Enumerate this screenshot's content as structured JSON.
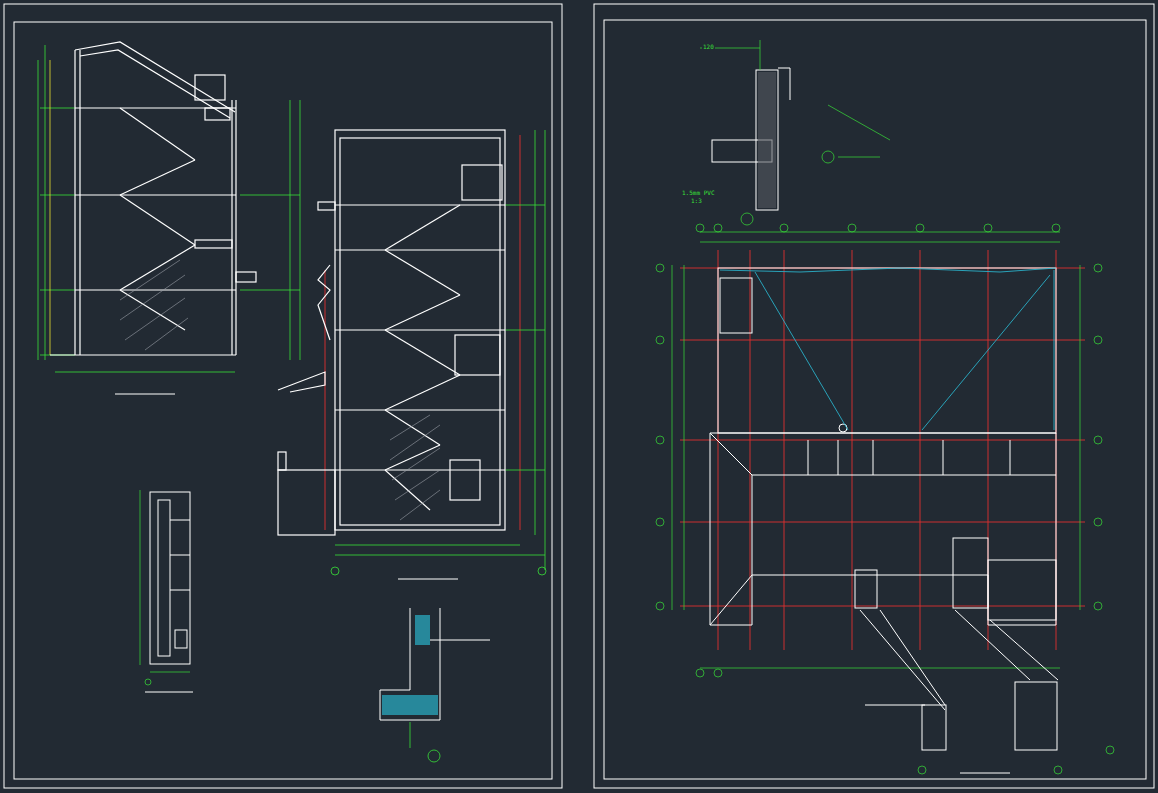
{
  "diagram": {
    "labels": [
      "120",
      "1.5mm PVC",
      "1:3"
    ]
  }
}
